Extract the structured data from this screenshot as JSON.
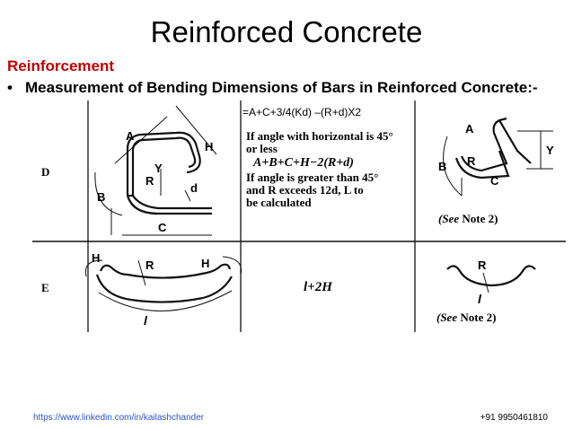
{
  "title": "Reinforced Concrete",
  "section": "Reinforcement",
  "bullet": {
    "marker": "•",
    "text": "Measurement of Bending Dimensions of Bars in Reinforced Concrete:-"
  },
  "formula_note": "=A+C+3/4(Kd) –(R+d)X2",
  "rows": {
    "d": {
      "label": "D",
      "dims": {
        "a": "A",
        "h": "H",
        "y": "Y",
        "r": "R",
        "d": "d",
        "b": "B",
        "c": "C"
      },
      "condition": {
        "line1": "If angle with horizontal is 45°",
        "line2": "or less",
        "formula": "A+B+C+H−2(R+d)",
        "line3": "If angle is greater than 45°",
        "line4": "and R exceeds 12d, L to",
        "line5": "be calculated"
      },
      "right_dims": {
        "a": "A",
        "y": "Y",
        "r": "R",
        "b": "B",
        "c": "C"
      },
      "note_prefix": "(See",
      "note_suffix": "Note 2)"
    },
    "e": {
      "label": "E",
      "dims": {
        "h1": "H",
        "r": "R",
        "h2": "H",
        "l": "l"
      },
      "formula": "l+2H",
      "right_dims": {
        "r": "R",
        "l": "l"
      },
      "note_prefix": "(See",
      "note_suffix": "Note 2)"
    }
  },
  "footer": {
    "link": "https://www.linkedin.com/in/kailashchander",
    "phone": "+91 9950461810"
  }
}
